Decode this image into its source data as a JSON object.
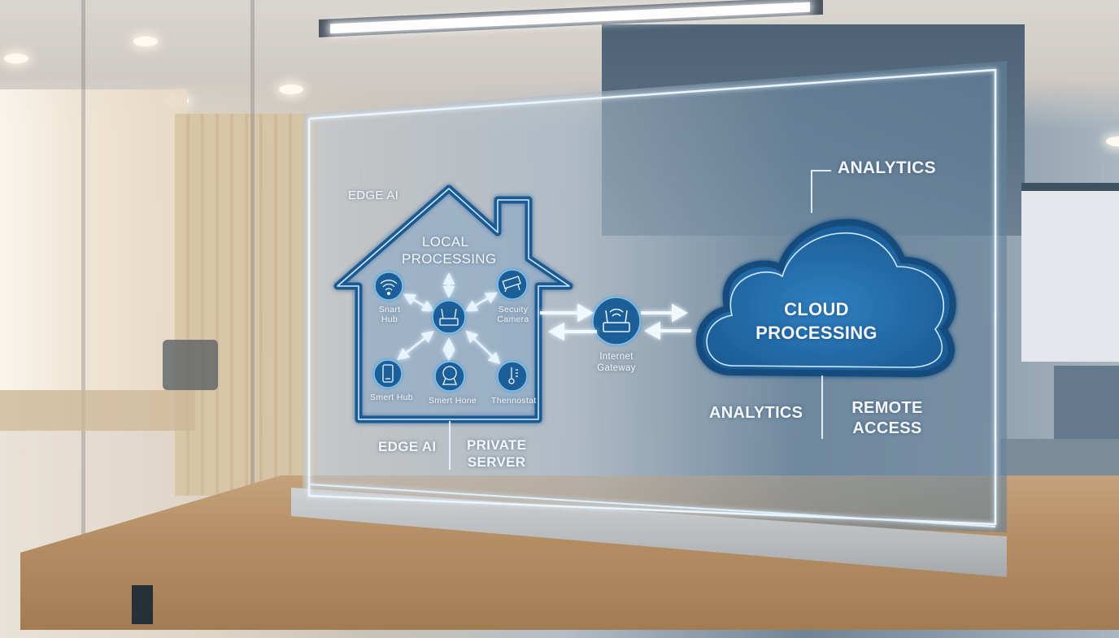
{
  "scene": {
    "description": "Transparent holographic glass display on a wooden table in a modern office",
    "colors": {
      "accent_blue": "#1e5e98",
      "dark_blue": "#164a7a",
      "glow": "#cfe9ff",
      "text": "#f4f8fb"
    }
  },
  "diagram": {
    "house": {
      "top_label": "EDGE AI",
      "title_line1": "LOCAL",
      "title_line2": "PROCESSING",
      "hub_icon": "router-icon",
      "devices": [
        {
          "label_line1": "Snart",
          "label_line2": "Hub",
          "icon": "wifi-icon"
        },
        {
          "label_line1": "Secuity",
          "label_line2": "Camera",
          "icon": "security-camera-icon"
        },
        {
          "label_line1": "Smert Hub",
          "label_line2": "",
          "icon": "smartphone-icon"
        },
        {
          "label_line1": "Smert Hone",
          "label_line2": "",
          "icon": "smart-home-device-icon"
        },
        {
          "label_line1": "Thennostat",
          "label_line2": "",
          "icon": "thermometer-icon"
        }
      ],
      "bottom_labels": {
        "left": "EDGE AI",
        "right_line1": "PRIVATE",
        "right_line2": "SERVER"
      }
    },
    "gateway": {
      "label_line1": "Internet",
      "label_line2": "Gateway",
      "icon": "router-icon"
    },
    "cloud": {
      "top_label": "ANALYTICS",
      "title_line1": "CLOUD",
      "title_line2": "PROCESSING",
      "bottom_labels": {
        "left": "ANALYTICS",
        "right_line1": "REMOTE",
        "right_line2": "ACCESS"
      }
    }
  }
}
